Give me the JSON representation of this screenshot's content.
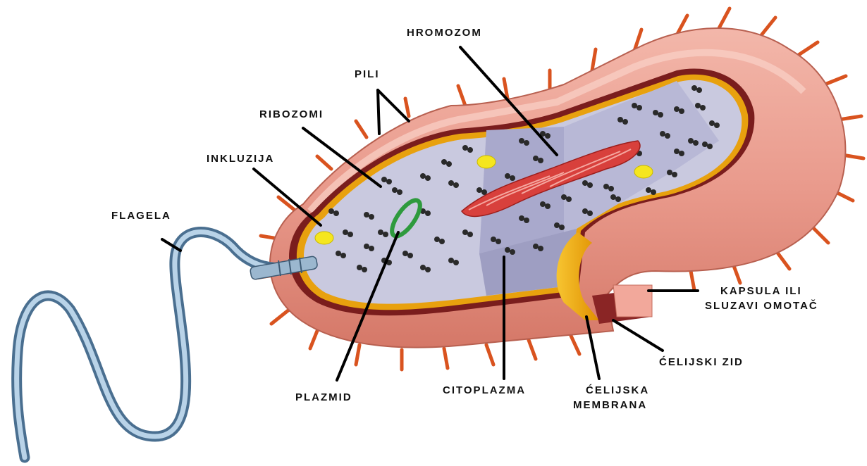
{
  "labels": {
    "hromozom": "HROMOZOM",
    "pili": "PILI",
    "ribozomi": "RIBOZOMI",
    "inkluzija": "INKLUZIJA",
    "flagela": "FLAGELA",
    "kapsula_line1": "KAPSULA ILI",
    "kapsula_line2": "SLUZAVI OMOTAČ",
    "celijski_zid": "ĆELIJSKI ZID",
    "plazmid": "PLAZMID",
    "citoplazma": "CITOPLAZMA",
    "membrana_line1": "ĆELIJSKA",
    "membrana_line2": "MEMBRANA"
  },
  "colors": {
    "capsule": "#e99a8c",
    "capsule_shadow": "#d97a6e",
    "capsule_light": "#f5c0b4",
    "pili": "#d9531f",
    "cell_wall": "#7a1d1d",
    "membrane": "#e8a10e",
    "cytoplasm": "#c9c9df",
    "cytoplasm_shade": "#a9a9cc",
    "ribosome": "#2a2a2a",
    "inclusion": "#f5e61f",
    "plasmid": "#2e9a3d",
    "chromosome": "#d8403c",
    "flagellum": "#8fb3d0",
    "leader": "#000000"
  }
}
